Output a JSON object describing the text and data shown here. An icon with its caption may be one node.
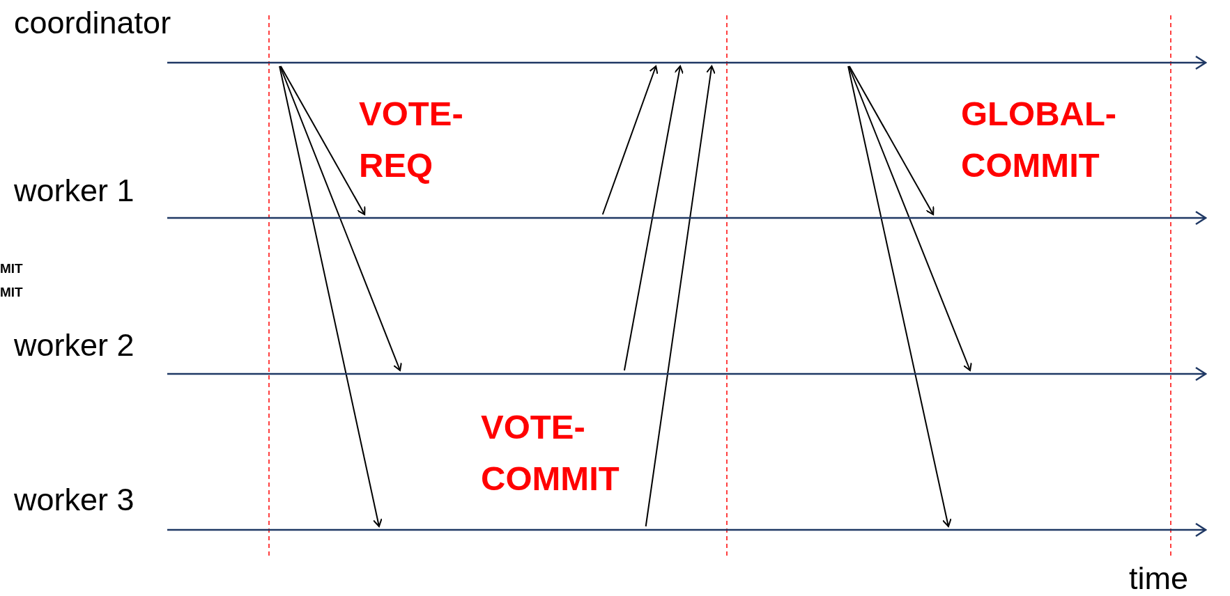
{
  "diagram": {
    "nodes": [
      {
        "text": [],
        "shape": "line",
        "beside": [
          "coordinator"
        ]
      },
      {
        "text": [],
        "shape": "line",
        "beside": [
          "worker 1"
        ]
      },
      {
        "text": [],
        "shape": "line",
        "beside": [
          "worker 2"
        ]
      },
      {
        "text": [],
        "shape": "line",
        "beside": [
          "worker 3"
        ]
      }
    ],
    "edges": [
      {
        "from": 0,
        "to": 1,
        "arrow": "to"
      },
      {
        "from": 0,
        "to": 2,
        "arrow": "to"
      },
      {
        "from": 0,
        "to": 3,
        "arrow": "to"
      },
      {
        "from": 1,
        "to": 0,
        "arrow": "to"
      },
      {
        "from": 2,
        "to": 0,
        "arrow": "to"
      },
      {
        "from": 3,
        "to": 0,
        "arrow": "to"
      },
      {
        "from": 0,
        "to": 1,
        "arrow": "to"
      },
      {
        "from": 0,
        "to": 2,
        "arrow": "to"
      },
      {
        "from": 0,
        "to": 3,
        "arrow": "to"
      }
    ],
    "labels": [
      "VOTE- REQ",
      "GLOBAL- COMMIT",
      "MIT",
      "MIT",
      "VOTE- COMMIT",
      "time"
    ]
  }
}
